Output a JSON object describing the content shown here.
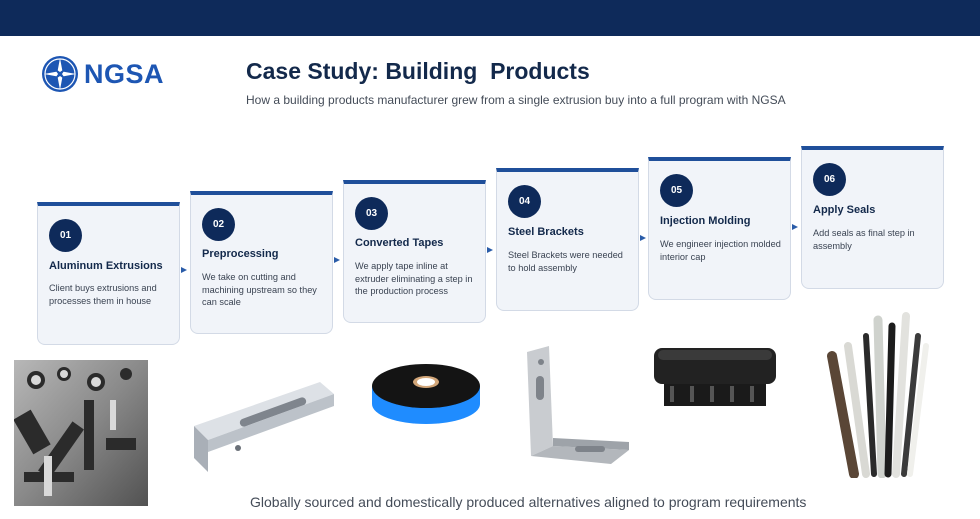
{
  "header": {
    "logo_text": "NGSA",
    "title": "Case Study: Building  Products",
    "subtitle": "How a building products manufacturer grew from a single extrusion buy into a full program with NGSA"
  },
  "steps": [
    {
      "num": "01",
      "name": "Aluminum Extrusions",
      "desc": "Client buys extrusions and processes them in house"
    },
    {
      "num": "02",
      "name": "Preprocessing",
      "desc": "We take on cutting and machining upstream so they can scale"
    },
    {
      "num": "03",
      "name": "Converted Tapes",
      "desc": "We apply tape inline at extruder eliminating a step in the production process"
    },
    {
      "num": "04",
      "name": "Steel Brackets",
      "desc": "Steel Brackets were needed to hold assembly"
    },
    {
      "num": "05",
      "name": "Injection Molding",
      "desc": "We engineer injection molded interior cap"
    },
    {
      "num": "06",
      "name": "Apply Seals",
      "desc": "Add seals as final step in assembly"
    }
  ],
  "footer": {
    "text": "Globally sourced and domestically produced alternatives aligned to program requirements"
  },
  "colors": {
    "topbar": "#0e2a5a",
    "accent": "#1f4f9a",
    "logo": "#1d56b3"
  }
}
